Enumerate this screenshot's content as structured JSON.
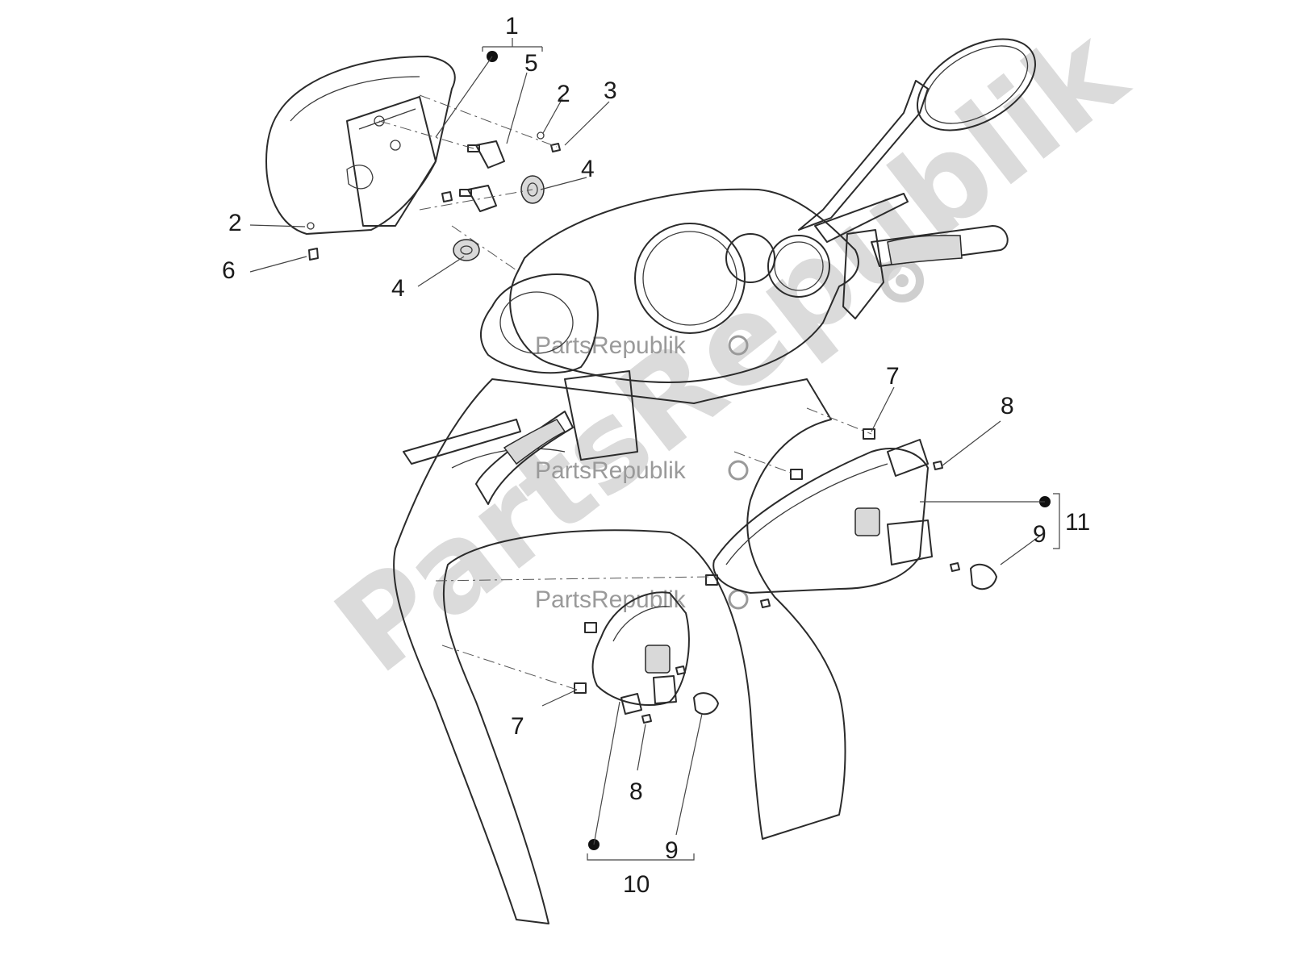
{
  "watermark": {
    "big_text": "PartsRepublik",
    "small_text": "PartsRepublik",
    "color": "#cfcfcf"
  },
  "callouts": [
    {
      "id": "c1",
      "label": "1"
    },
    {
      "id": "c5",
      "label": "5"
    },
    {
      "id": "c2a",
      "label": "2"
    },
    {
      "id": "c3",
      "label": "3"
    },
    {
      "id": "c4a",
      "label": "4"
    },
    {
      "id": "c2b",
      "label": "2"
    },
    {
      "id": "c6",
      "label": "6"
    },
    {
      "id": "c4b",
      "label": "4"
    },
    {
      "id": "c7a",
      "label": "7"
    },
    {
      "id": "c8a",
      "label": "8"
    },
    {
      "id": "c11",
      "label": "11"
    },
    {
      "id": "c9a",
      "label": "9"
    },
    {
      "id": "c7b",
      "label": "7"
    },
    {
      "id": "c8b",
      "label": "8"
    },
    {
      "id": "c9b",
      "label": "9"
    },
    {
      "id": "c10",
      "label": "10"
    }
  ]
}
